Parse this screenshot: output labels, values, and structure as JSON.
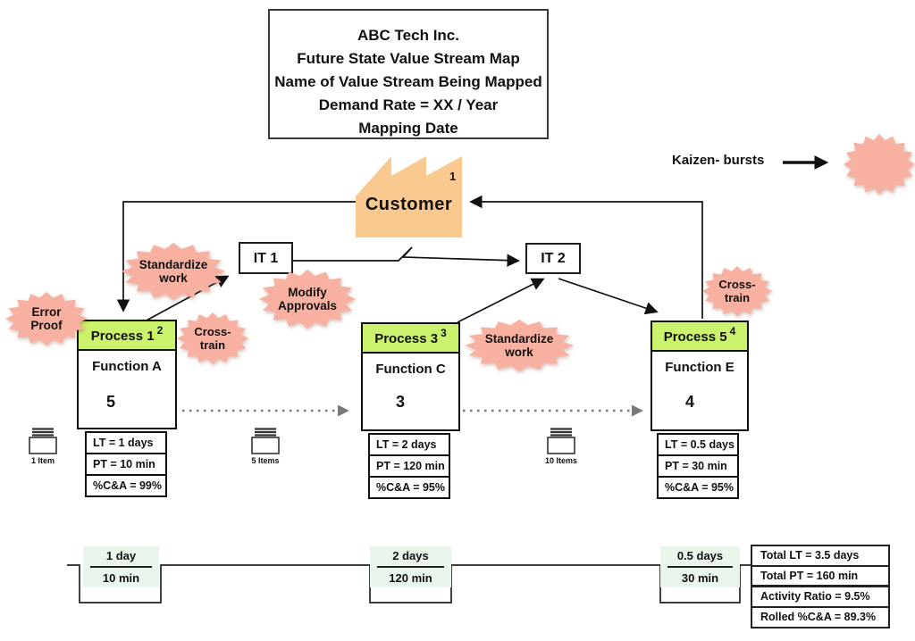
{
  "diagram_title": [
    "ABC Tech Inc.",
    "Future State Value Stream Map",
    "Name of Value Stream Being Mapped",
    "Demand Rate = XX / Year",
    "Mapping Date"
  ],
  "customer": {
    "label": "Customer",
    "step_number": "1"
  },
  "kaizen_legend": {
    "label": "Kaizen- bursts"
  },
  "it_systems": {
    "it1": "IT 1",
    "it2": "IT 2"
  },
  "processes": [
    {
      "name": "Process 1",
      "step_number": "2",
      "function": "Function A",
      "operator_count": "5",
      "data_box": {
        "lead_time": "LT = 1 days",
        "process_time": "PT = 10 min",
        "complete_accurate": "%C&A = 99%"
      }
    },
    {
      "name": "Process 3",
      "step_number": "3",
      "function": "Function C",
      "operator_count": "3",
      "data_box": {
        "lead_time": "LT = 2 days",
        "process_time": "PT = 120 min",
        "complete_accurate": "%C&A = 95%"
      }
    },
    {
      "name": "Process 5",
      "step_number": "4",
      "function": "Function E",
      "operator_count": "4",
      "data_box": {
        "lead_time": "LT = 0.5 days",
        "process_time": "PT = 30 min",
        "complete_accurate": "%C&A = 95%"
      }
    }
  ],
  "kaizen_bursts": {
    "standardize_work_1": "Standardize work",
    "error_proof": "Error Proof",
    "cross_train_1": "Cross-train",
    "modify_approvals": "Modify Approvals",
    "standardize_work_2": "Standardize work",
    "cross_train_2": "Cross-train"
  },
  "inventory_queues": [
    {
      "label": "1 Item"
    },
    {
      "label": "5 Items"
    },
    {
      "label": "10 Items"
    }
  ],
  "timeline": {
    "segments": [
      {
        "lead_time": "1 day",
        "process_time": "10 min"
      },
      {
        "lead_time": "2 days",
        "process_time": "120 min"
      },
      {
        "lead_time": "0.5 days",
        "process_time": "30 min"
      }
    ]
  },
  "summary_box": {
    "rows": [
      "Total LT = 3.5 days",
      "Total PT = 160 min",
      "Activity Ratio = 9.5%",
      "Rolled %C&A = 89.3%"
    ]
  },
  "colors": {
    "factory_fill": "#F9C98F",
    "process_header_fill": "#CBF26C",
    "kaizen_burst_fill": "#F8B1A0",
    "timeline_box_fill": "#E9F4EA"
  }
}
